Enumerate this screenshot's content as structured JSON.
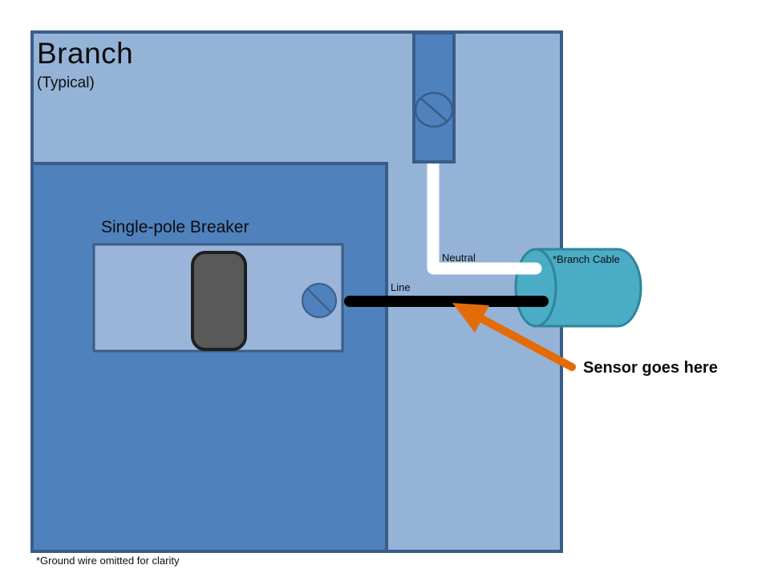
{
  "diagram": {
    "title": "Branch",
    "subtitle": "(Typical)",
    "labels": {
      "breaker": "Single-pole Breaker",
      "neutral": "Neutral",
      "line": "Line",
      "branch_cable": "*Branch Cable",
      "sensor": "Sensor goes here",
      "footnote": "*Ground wire omitted for clarity"
    },
    "colors": {
      "panel_light": "#95b3d7",
      "panel_medium": "#4f81bd",
      "panel_border": "#385d8a",
      "breaker_fill": "#9ab5d9",
      "breaker_border": "#3d5c84",
      "switch_fill": "#595959",
      "switch_border": "#1f1f1f",
      "cylinder_fill": "#4bacc6",
      "cylinder_border": "#31859b",
      "wire_line": "#000000",
      "wire_neutral": "#ffffff",
      "arrow_orange": "#e36c0a"
    }
  }
}
